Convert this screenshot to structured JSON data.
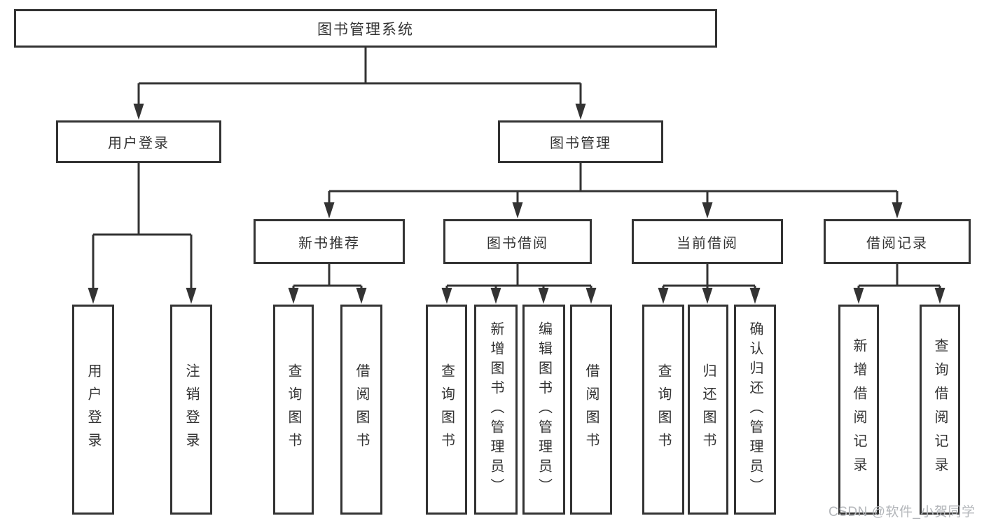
{
  "diagram": {
    "type": "hierarchy-tree",
    "nodes": {
      "root": "图书管理系统",
      "user_login": "用户登录",
      "book_mgmt": "图书管理",
      "ul_login": "用户登录",
      "ul_logout": "注销登录",
      "new_book": "新书推荐",
      "nb_query": "查询图书",
      "nb_borrow": "借阅图书",
      "borrow": "图书借阅",
      "bb_query": "查询图书",
      "bb_add": "新增图书（管理员）",
      "bb_edit": "编辑图书（管理员）",
      "bb_borrow": "借阅图书",
      "current": "当前借阅",
      "cb_query": "查询图书",
      "cb_return": "归还图书",
      "cb_confirm": "确认归还（管理员）",
      "records": "借阅记录",
      "br_add": "新增借阅记录",
      "br_query": "查询借阅记录"
    },
    "edges": [
      {
        "from": "root",
        "to": "user_login"
      },
      {
        "from": "root",
        "to": "book_mgmt"
      },
      {
        "from": "user_login",
        "to": "ul_login"
      },
      {
        "from": "user_login",
        "to": "ul_logout"
      },
      {
        "from": "book_mgmt",
        "to": "new_book"
      },
      {
        "from": "book_mgmt",
        "to": "borrow"
      },
      {
        "from": "book_mgmt",
        "to": "current"
      },
      {
        "from": "book_mgmt",
        "to": "records"
      },
      {
        "from": "new_book",
        "to": "nb_query"
      },
      {
        "from": "new_book",
        "to": "nb_borrow"
      },
      {
        "from": "borrow",
        "to": "bb_query"
      },
      {
        "from": "borrow",
        "to": "bb_add"
      },
      {
        "from": "borrow",
        "to": "bb_edit"
      },
      {
        "from": "borrow",
        "to": "bb_borrow"
      },
      {
        "from": "current",
        "to": "cb_query"
      },
      {
        "from": "current",
        "to": "cb_return"
      },
      {
        "from": "current",
        "to": "cb_confirm"
      },
      {
        "from": "records",
        "to": "br_add"
      },
      {
        "from": "records",
        "to": "br_query"
      }
    ],
    "colors": {
      "line": "#333333",
      "text": "#333333",
      "bg": "#ffffff",
      "wm": "#b3b6ba"
    }
  },
  "watermark": {
    "text": "CSDN @软件_小贺同学"
  }
}
